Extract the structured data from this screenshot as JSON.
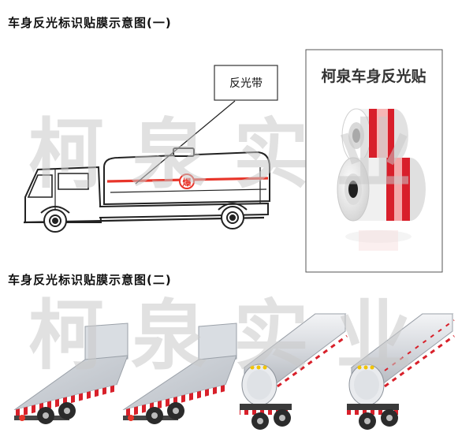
{
  "diagram1": {
    "title": "车身反光标识贴膜示意图(一)",
    "callout_label": "反光带",
    "tank_badge": "爆"
  },
  "product_panel": {
    "caption": "柯泉车身反光贴"
  },
  "diagram2": {
    "title": "车身反光标识贴膜示意图(二)"
  },
  "watermark_text": "柯泉实业",
  "colors": {
    "reflective_red": "#e8352a",
    "reflective_white": "#f4f4f4",
    "truck_outline": "#222222",
    "trailer_grey": "#c8ccd2",
    "tape_red": "#d8202a"
  }
}
